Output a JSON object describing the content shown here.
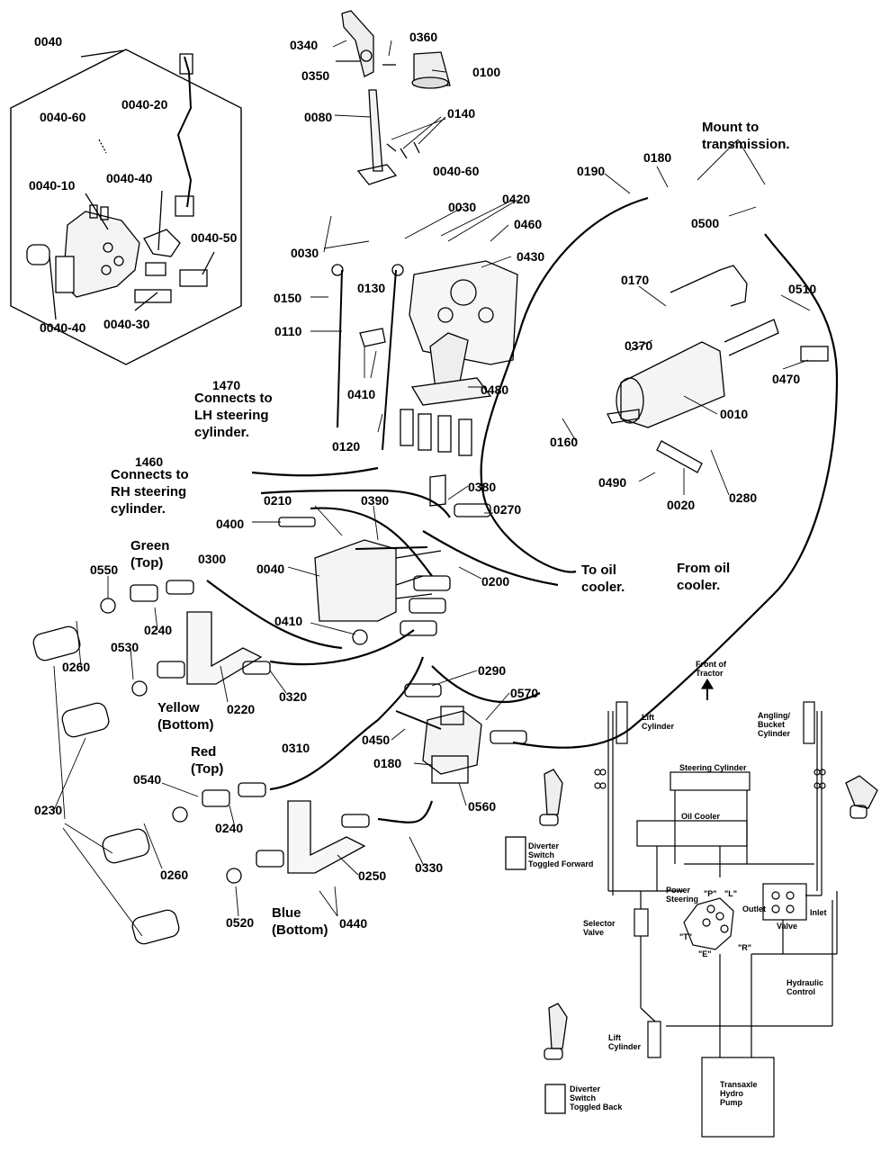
{
  "parts": {
    "p0040_box": "0040",
    "p0040_60a": "0040-60",
    "p0040_20": "0040-20",
    "p0040_10": "0040-10",
    "p0040_40a": "0040-40",
    "p0040_50": "0040-50",
    "p0040_40b": "0040-40",
    "p0040_30": "0040-30",
    "p0340": "0340",
    "p0360": "0360",
    "p0350": "0350",
    "p0100": "0100",
    "p0080": "0080",
    "p0140": "0140",
    "p0040_60b": "0040-60",
    "p0190": "0190",
    "p0180a": "0180",
    "p0500": "0500",
    "p0030a": "0030",
    "p0420": "0420",
    "p0460": "0460",
    "p0030b": "0030",
    "p0430": "0430",
    "p0150": "0150",
    "p0130": "0130",
    "p0170": "0170",
    "p0510": "0510",
    "p0110": "0110",
    "p0370": "0370",
    "p0470": "0470",
    "p0410a": "0410",
    "p0480": "0480",
    "p0010": "0010",
    "p1470": "1470",
    "p0120": "0120",
    "p0160": "0160",
    "p1460": "1460",
    "p0490": "0490",
    "p0020": "0020",
    "p0280": "0280",
    "p0380": "0380",
    "p0210": "0210",
    "p0390": "0390",
    "p0270": "0270",
    "p0400": "0400",
    "p0300": "0300",
    "p0040c": "0040",
    "p0200": "0200",
    "p0550": "0550",
    "p0240a": "0240",
    "p0410b": "0410",
    "p0530": "0530",
    "p0260a": "0260",
    "p0220": "0220",
    "p0320": "0320",
    "p0290": "0290",
    "p0570": "0570",
    "p0450": "0450",
    "p0310": "0310",
    "p0180b": "0180",
    "p0540": "0540",
    "p0240b": "0240",
    "p0560": "0560",
    "p0230": "0230",
    "p0260b": "0260",
    "p0250": "0250",
    "p0330": "0330",
    "p0520": "0520",
    "p0440": "0440"
  },
  "notes": {
    "mount": "Mount to\ntransmission.",
    "lh": "Connects to\nLH steering\ncylinder.",
    "rh": "Connects to\nRH steering\ncylinder.",
    "to_cooler": "To oil\ncooler.",
    "from_cooler": "From oil\ncooler.",
    "green": "Green\n(Top)",
    "yellow": "Yellow\n(Bottom)",
    "red": "Red\n(Top)",
    "blue": "Blue\n(Bottom)"
  },
  "schematic": {
    "front": "Front of\nTractor",
    "lift_cyl_top": "Lift\nCylinder",
    "angling": "Angling/\nBucket\nCylinder",
    "steering_cyl": "Steering Cylinder",
    "oil_cooler": "Oil Cooler",
    "power_steering": "Power\nSteering",
    "p": "\"P\"",
    "l": "\"L\"",
    "t": "\"T\"",
    "e": "\"E\"",
    "r": "\"R\"",
    "outlet": "Outlet",
    "inlet": "Inlet",
    "valve": "Valve",
    "selector": "Selector\nValve",
    "hydraulic_control": "Hydraulic\nControl",
    "lift_cyl_bottom": "Lift\nCylinder",
    "pump": "Transaxle\nHydro\nPump",
    "diverter_fwd": "Diverter\nSwitch\nToggled Forward",
    "diverter_back": "Diverter\nSwitch\nToggled Back"
  }
}
